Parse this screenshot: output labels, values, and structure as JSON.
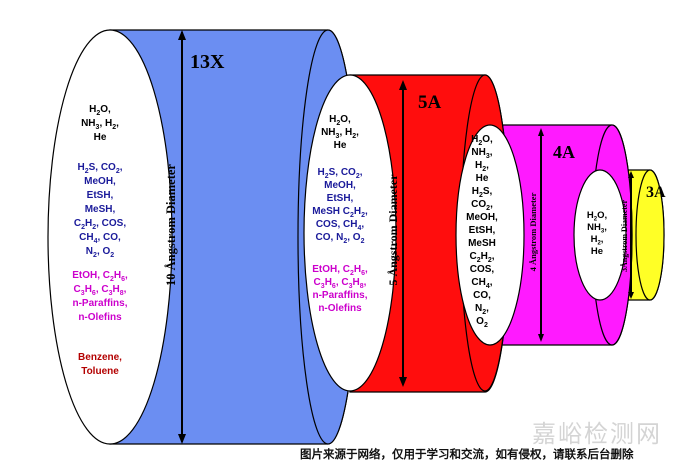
{
  "colors": {
    "c13x": "#6b8ef2",
    "c5a": "#ff0d0d",
    "c4a": "#ff1aff",
    "c3a": "#ffff26",
    "group1": "#000000",
    "group2": "#1a1a9a",
    "group3": "#cc00cc",
    "group4": "#b30000"
  },
  "labels": {
    "l13x": "13X",
    "l5a": "5A",
    "l4a": "4A",
    "l3a": "3A",
    "d13x": "10 Ångstrom Diameter",
    "d5a": "5 Ångstrom Diameter",
    "d4a": "4 Ångstrom Diameter",
    "d3a": "3Ångstrom Diameter"
  },
  "molecules": {
    "c13x": {
      "g1": [
        "H<sub>2</sub>O,",
        "NH<sub>3</sub>, H<sub>2</sub>,",
        "He"
      ],
      "g2": [
        "H<sub>2</sub>S, CO<sub>2</sub>,",
        "MeOH,",
        "EtSH,",
        "MeSH,",
        "C<sub>2</sub>H<sub>2</sub>, COS,",
        "CH<sub>4</sub>, CO,",
        "N<sub>2</sub>, O<sub>2</sub>"
      ],
      "g3": [
        "EtOH, C<sub>2</sub>H<sub>6</sub>,",
        "C<sub>3</sub>H<sub>6</sub>, C<sub>3</sub>H<sub>8</sub>,",
        "n-Paraffins,",
        "n-Olefins"
      ],
      "g4": [
        "Benzene,",
        "Toluene"
      ]
    },
    "c5a": {
      "g1": [
        "H<sub>2</sub>O,",
        "NH<sub>3</sub>, H<sub>2</sub>,",
        "He"
      ],
      "g2": [
        "H<sub>2</sub>S, CO<sub>2</sub>,",
        "MeOH,",
        "EtSH,",
        "MeSH C<sub>2</sub>H<sub>2</sub>,",
        "COS, CH<sub>4</sub>,",
        "CO, N<sub>2</sub>, O<sub>2</sub>"
      ],
      "g3": [
        "EtOH, C<sub>2</sub>H<sub>6</sub>,",
        "C<sub>3</sub>H<sub>6</sub>, C<sub>3</sub>H<sub>8</sub>,",
        "n-Paraffins,",
        "n-Olefins"
      ]
    },
    "c4a": {
      "g1": [
        "H<sub>2</sub>O,",
        "NH<sub>3</sub>,",
        "H<sub>2</sub>,",
        "He",
        "H<sub>2</sub>S,",
        "CO<sub>2</sub>,",
        "MeOH,",
        "EtSH,",
        "MeSH",
        "C<sub>2</sub>H<sub>2</sub>,",
        "COS,",
        "CH<sub>4</sub>,",
        "CO,",
        "N<sub>2</sub>,",
        "O<sub>2</sub>"
      ]
    },
    "c3a": {
      "g1": [
        "H<sub>2</sub>O,",
        "NH<sub>3</sub>,",
        "H<sub>2</sub>,",
        "He"
      ]
    }
  },
  "caption": "图片来源于网络，仅用于学习和交流，如有侵权，请联系后台删除",
  "watermark": "嘉峪检测网"
}
